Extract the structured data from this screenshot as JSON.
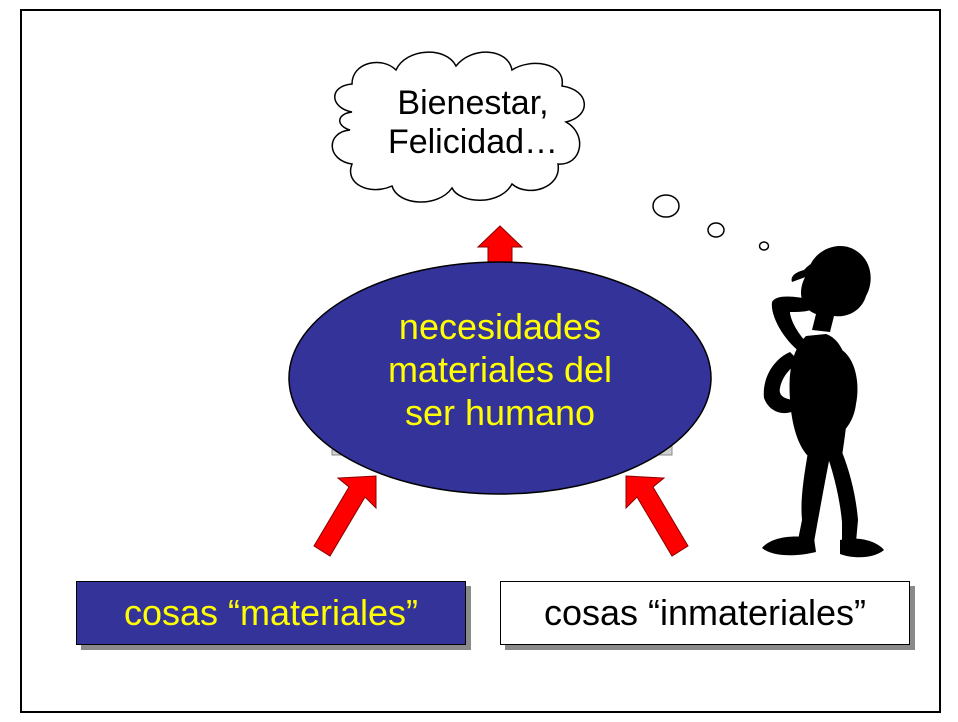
{
  "cloud": {
    "text_line1": "Bienestar,",
    "text_line2": "Felicidad…"
  },
  "ellipse": {
    "line1": "necesidades",
    "line2": "materiales del",
    "line3": "ser humano"
  },
  "boxes": {
    "material": "cosas “materiales”",
    "inmaterial": "cosas “inmateriales”"
  },
  "colors": {
    "ellipse_fill": "#333399",
    "ellipse_text": "#ffff00",
    "arrow": "#ff0000",
    "box_material_fill": "#333399"
  },
  "icons": [
    "thought-cloud-icon",
    "thinking-man-silhouette-icon",
    "red-arrow-icon"
  ]
}
